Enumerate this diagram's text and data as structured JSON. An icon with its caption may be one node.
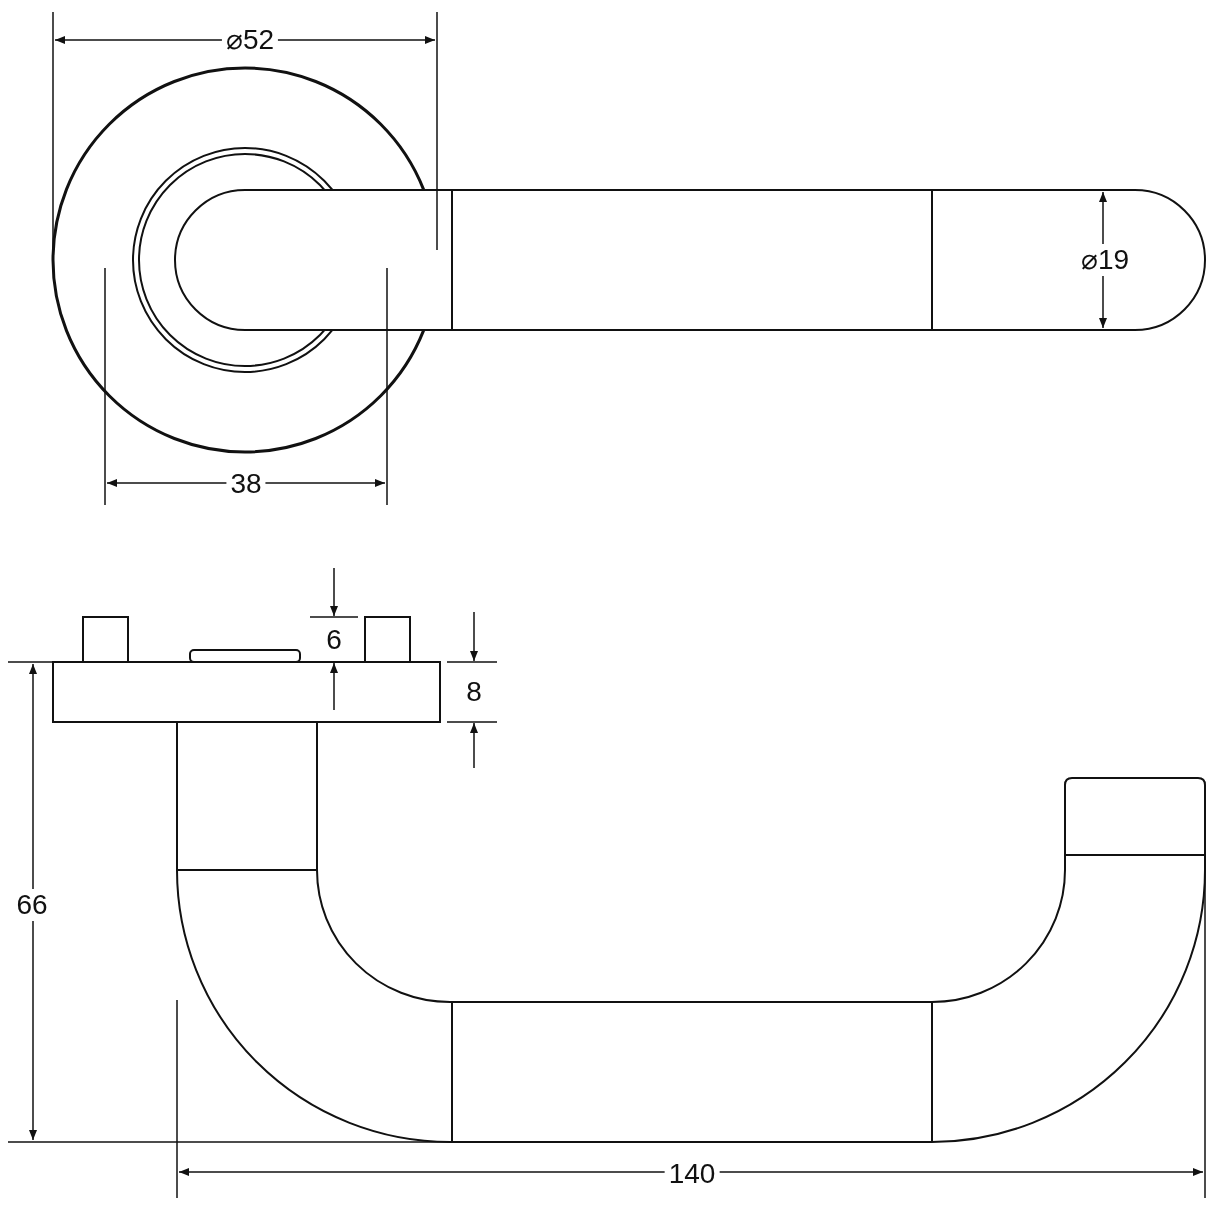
{
  "diagram": {
    "labels": [
      "⌀52",
      "⌀19",
      "38",
      "6",
      "8",
      "66",
      "140"
    ]
  }
}
